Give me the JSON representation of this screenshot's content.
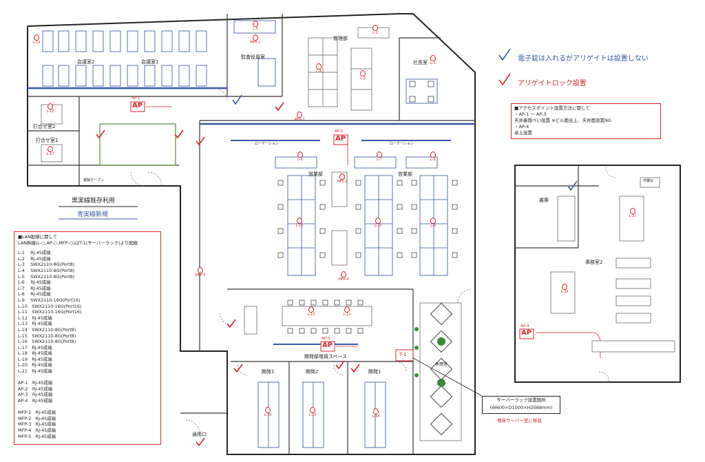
{
  "rooms": {
    "meeting2": "会議室2",
    "meeting1": "会議室1",
    "exec": "監査役員室",
    "admin": "管理部",
    "president": "社長室",
    "uchiawase2": "打合せ室2",
    "uchiawase1": "打合せ室1",
    "sales_left": "営業部",
    "sales_right": "営業部",
    "dev_space": "開発部増員スペース",
    "dev1a": "開発1",
    "dev2": "開発2",
    "dev1b": "開発1",
    "storage": "書庫",
    "office2": "事務室2",
    "entrance": "通用口",
    "rotation1": "ローテーション",
    "rotation2": "ローテーション",
    "break_room": "休憩室"
  },
  "small_labels": {
    "printer_open": "複製オープン",
    "worktable": "作業台"
  },
  "legend": {
    "blue_check": "電子錠は入れるがアリゲイトは設置しない",
    "red_check": "アリゲイトロック設置",
    "black_line": "黒実線既存利用",
    "blue_line": "青実線新規"
  },
  "ap_note": {
    "title": "■アクセスポイント設置方法に関して",
    "line1": "・AP-1 〜 AP-3",
    "line2": "天井裏隠ぺい設置 ※ビル都合上、天井面設置NG",
    "line3": "・AP-4",
    "line4": "卓上設置"
  },
  "lan_note": {
    "title": "■LAN配線に関して",
    "sub": "LAN幹線(L-○,AP-○,MFP-○)はT-1(サーバーラック)より配線",
    "rows": [
      "L-1　 RJ-45成端",
      "L-2　 RJ-45成端",
      "L-3　 SWX2110-8G(Port8)",
      "L-4　 SWX2110-8G(Port8)",
      "L-5　 SWX2110-8G(Port8)",
      "L-6　 RJ-45成端",
      "L-7　 RJ-45成端",
      "L-8　 RJ-45成端",
      "L-9　 SWX2110-16G(Port16)",
      "L-10　SWX2110-16G(Port16)",
      "L-11　SWX2110-16G(Port16)",
      "L-12　RJ-45成端",
      "L-13　RJ-45成端",
      "L-14　SWX2110-8G(Port8)",
      "L-15　SWX2110-8G(Port8)",
      "L-16　SWX2110-8G(Port8)",
      "L-17　RJ-45成端",
      "L-18　RJ-45成端",
      "L-19　RJ-45成端",
      "L-20　RJ-45成端",
      "L-21　RJ-45成端",
      "",
      "AP-1　RJ-45成端",
      "AP-2　RJ-45成端",
      "AP-3　RJ-45成端",
      "AP-4　RJ-45成端",
      "",
      "MFP-1　RJ-45成端",
      "MFP-2　RJ-45成端",
      "MFP-3　RJ-45成端",
      "MFP-4　RJ-45成端",
      "MFP-5　RJ-45成端"
    ]
  },
  "server": {
    "line1": "サーバーラック設置箇所",
    "line2": "(W600×D1000×H2088mm)",
    "note": "増床サーバー室に移設",
    "tag": "T-1"
  },
  "ap_labels": {
    "ap": "AP",
    "ap1": "AP-1",
    "ap2": "AP-2",
    "ap3": "AP-3",
    "ap4": "AP-4"
  },
  "l_labels": {
    "L1": "L-1",
    "L2": "L-2",
    "L3": "L-3",
    "L4": "L-4",
    "L5": "L-5",
    "L6": "L-6",
    "L7": "L-7",
    "L8": "L-8",
    "L9": "L-9",
    "L10": "L-10",
    "L11": "L-11",
    "L12": "L-12",
    "L13": "L-13",
    "L14": "L-14",
    "L15": "L-15",
    "L16": "L-16",
    "L17": "L-17",
    "L18": "L-18",
    "L19": "L-19",
    "L20": "L-20",
    "L21": "L-21"
  },
  "mfp_labels": {
    "MFP1": "MFP-1",
    "MFP2": "MFP-2",
    "MFP3": "MFP-3",
    "MFP4": "MFP-4",
    "MFP5": "MFP-5"
  },
  "colors": {
    "red": "#d6262b",
    "blue": "#3457a8"
  }
}
